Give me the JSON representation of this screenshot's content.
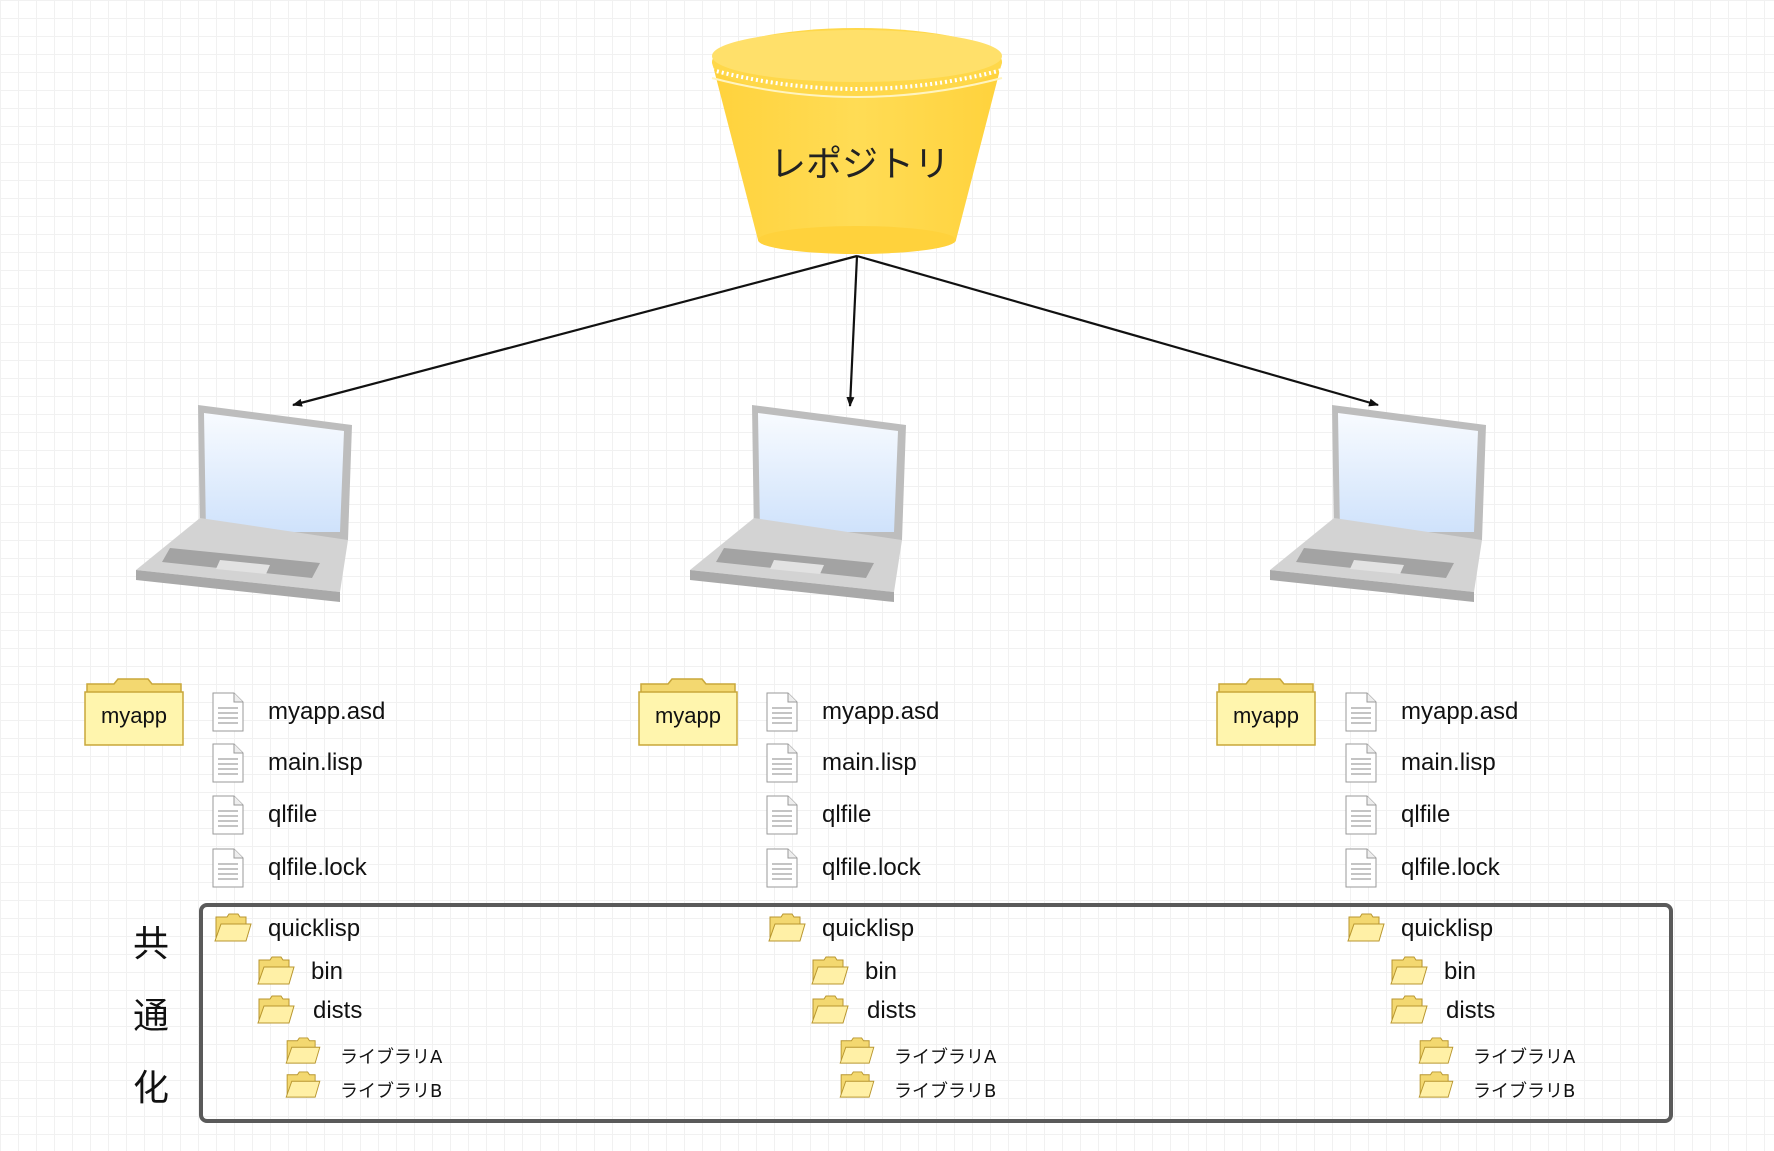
{
  "repository": {
    "label": "レポジトリ"
  },
  "machines": [
    {
      "project_folder": "myapp",
      "files": [
        "myapp.asd",
        "main.lisp",
        "qlfile",
        "qlfile.lock"
      ],
      "quicklisp": {
        "label": "quicklisp",
        "bin": "bin",
        "dists": "dists",
        "libraries": [
          "ライブラリA",
          "ライブラリB"
        ]
      }
    },
    {
      "project_folder": "myapp",
      "files": [
        "myapp.asd",
        "main.lisp",
        "qlfile",
        "qlfile.lock"
      ],
      "quicklisp": {
        "label": "quicklisp",
        "bin": "bin",
        "dists": "dists",
        "libraries": [
          "ライブラリA",
          "ライブラリB"
        ]
      }
    },
    {
      "project_folder": "myapp",
      "files": [
        "myapp.asd",
        "main.lisp",
        "qlfile",
        "qlfile.lock"
      ],
      "quicklisp": {
        "label": "quicklisp",
        "bin": "bin",
        "dists": "dists",
        "libraries": [
          "ライブラリA",
          "ライブラリB"
        ]
      }
    }
  ],
  "shared_label": [
    "共",
    "通",
    "化"
  ],
  "colors": {
    "bucket": "#ffd84a",
    "bucket_rim": "#f5c72a",
    "folder": "#fff3a8",
    "laptop_body": "#c9c9c9",
    "box_border": "#5a5a5a"
  },
  "icons": {
    "repository": "bucket-icon",
    "machine": "laptop-icon",
    "file": "document-icon",
    "folder": "folder-icon"
  }
}
